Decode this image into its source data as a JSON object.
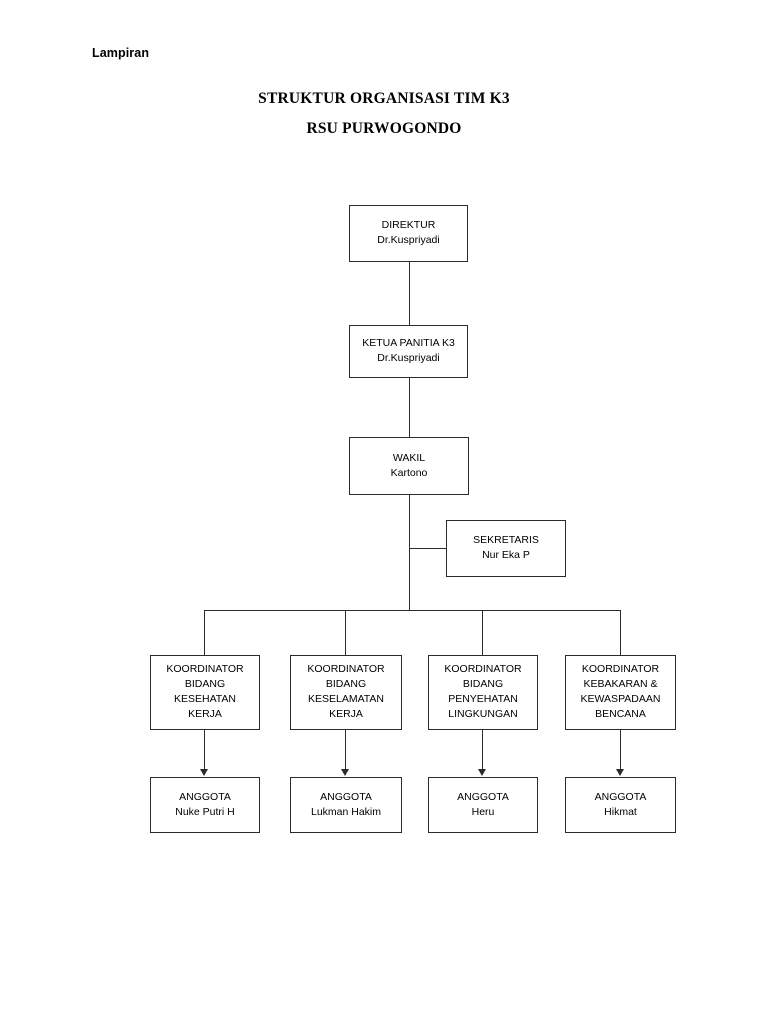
{
  "document": {
    "lampiran_label": "Lampiran",
    "title_line_1": "STRUKTUR ORGANISASI TIM K3",
    "title_line_2": "RSU PURWOGONDO"
  },
  "chart_data": {
    "type": "diagram",
    "title": "STRUKTUR ORGANISASI TIM K3 RSU PURWOGONDO",
    "nodes": [
      {
        "id": "direktur",
        "role": "DIREKTUR",
        "name": "Dr.Kuspriyadi",
        "level": 0
      },
      {
        "id": "ketua",
        "role": "KETUA PANITIA K3",
        "name": "Dr.Kuspriyadi",
        "level": 1
      },
      {
        "id": "wakil",
        "role": "WAKIL",
        "name": "Kartono",
        "level": 2
      },
      {
        "id": "sekretaris",
        "role": "SEKRETARIS",
        "name": "Nur Eka P",
        "level": 3
      },
      {
        "id": "koordinator-1",
        "role": "KOORDINATOR",
        "role_line_2": "BIDANG",
        "role_line_3": "KESEHATAN",
        "role_line_4": "KERJA",
        "level": 4
      },
      {
        "id": "koordinator-2",
        "role": "KOORDINATOR",
        "role_line_2": "BIDANG",
        "role_line_3": "KESELAMATAN",
        "role_line_4": "KERJA",
        "level": 4
      },
      {
        "id": "koordinator-3",
        "role": "KOORDINATOR",
        "role_line_2": "BIDANG",
        "role_line_3": "PENYEHATAN",
        "role_line_4": "LINGKUNGAN",
        "level": 4
      },
      {
        "id": "koordinator-4",
        "role": "KOORDINATOR",
        "role_line_2": "KEBAKARAN &",
        "role_line_3": "KEWASPADAAN",
        "role_line_4": "BENCANA",
        "level": 4
      },
      {
        "id": "anggota-1",
        "role": "ANGGOTA",
        "name": "Nuke Putri H",
        "level": 5
      },
      {
        "id": "anggota-2",
        "role": "ANGGOTA",
        "name": "Lukman Hakim",
        "level": 5
      },
      {
        "id": "anggota-3",
        "role": "ANGGOTA",
        "name": "Heru",
        "level": 5
      },
      {
        "id": "anggota-4",
        "role": "ANGGOTA",
        "name": "Hikmat",
        "level": 5
      }
    ],
    "edges": [
      {
        "from": "direktur",
        "to": "ketua",
        "arrow": false
      },
      {
        "from": "ketua",
        "to": "wakil",
        "arrow": false
      },
      {
        "from": "wakil",
        "to": "sekretaris",
        "arrow": false
      },
      {
        "from": "wakil",
        "to": "koordinator-1",
        "arrow": false
      },
      {
        "from": "wakil",
        "to": "koordinator-2",
        "arrow": false
      },
      {
        "from": "wakil",
        "to": "koordinator-3",
        "arrow": false
      },
      {
        "from": "wakil",
        "to": "koordinator-4",
        "arrow": false
      },
      {
        "from": "koordinator-1",
        "to": "anggota-1",
        "arrow": true
      },
      {
        "from": "koordinator-2",
        "to": "anggota-2",
        "arrow": true
      },
      {
        "from": "koordinator-3",
        "to": "anggota-3",
        "arrow": true
      },
      {
        "from": "koordinator-4",
        "to": "anggota-4",
        "arrow": true
      }
    ],
    "colors": {
      "box_border": "#2b2b2b",
      "text": "#000000",
      "background": "#ffffff"
    }
  }
}
